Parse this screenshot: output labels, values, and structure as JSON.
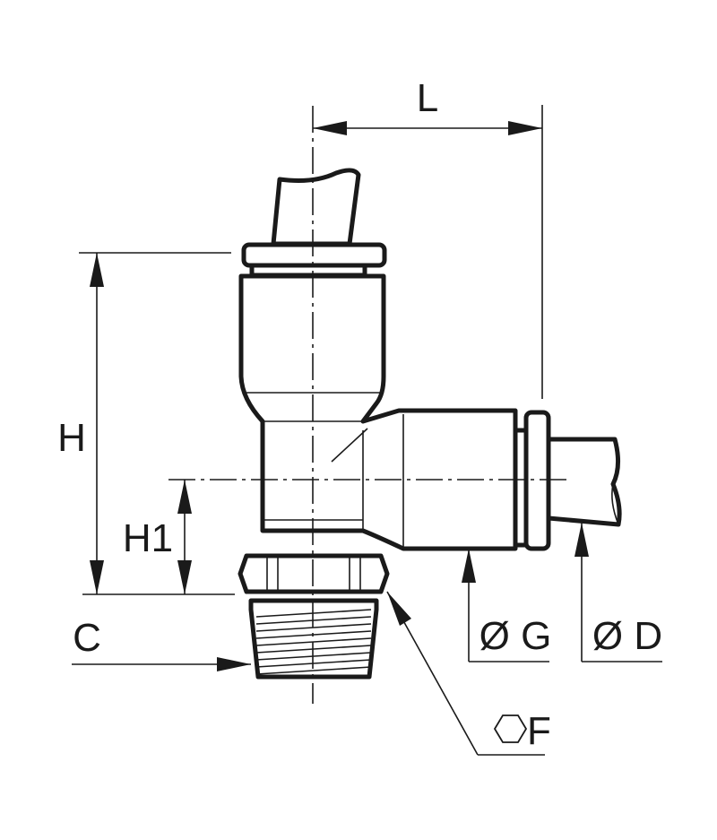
{
  "labels": {
    "L": "L",
    "H": "H",
    "H1": "H1",
    "C": "C",
    "G": "Ø G",
    "D": "Ø D",
    "F": "F"
  },
  "colors": {
    "line": "#1a1a1a",
    "background": "#ffffff"
  },
  "icons": {
    "hex": "hexagon-icon"
  }
}
